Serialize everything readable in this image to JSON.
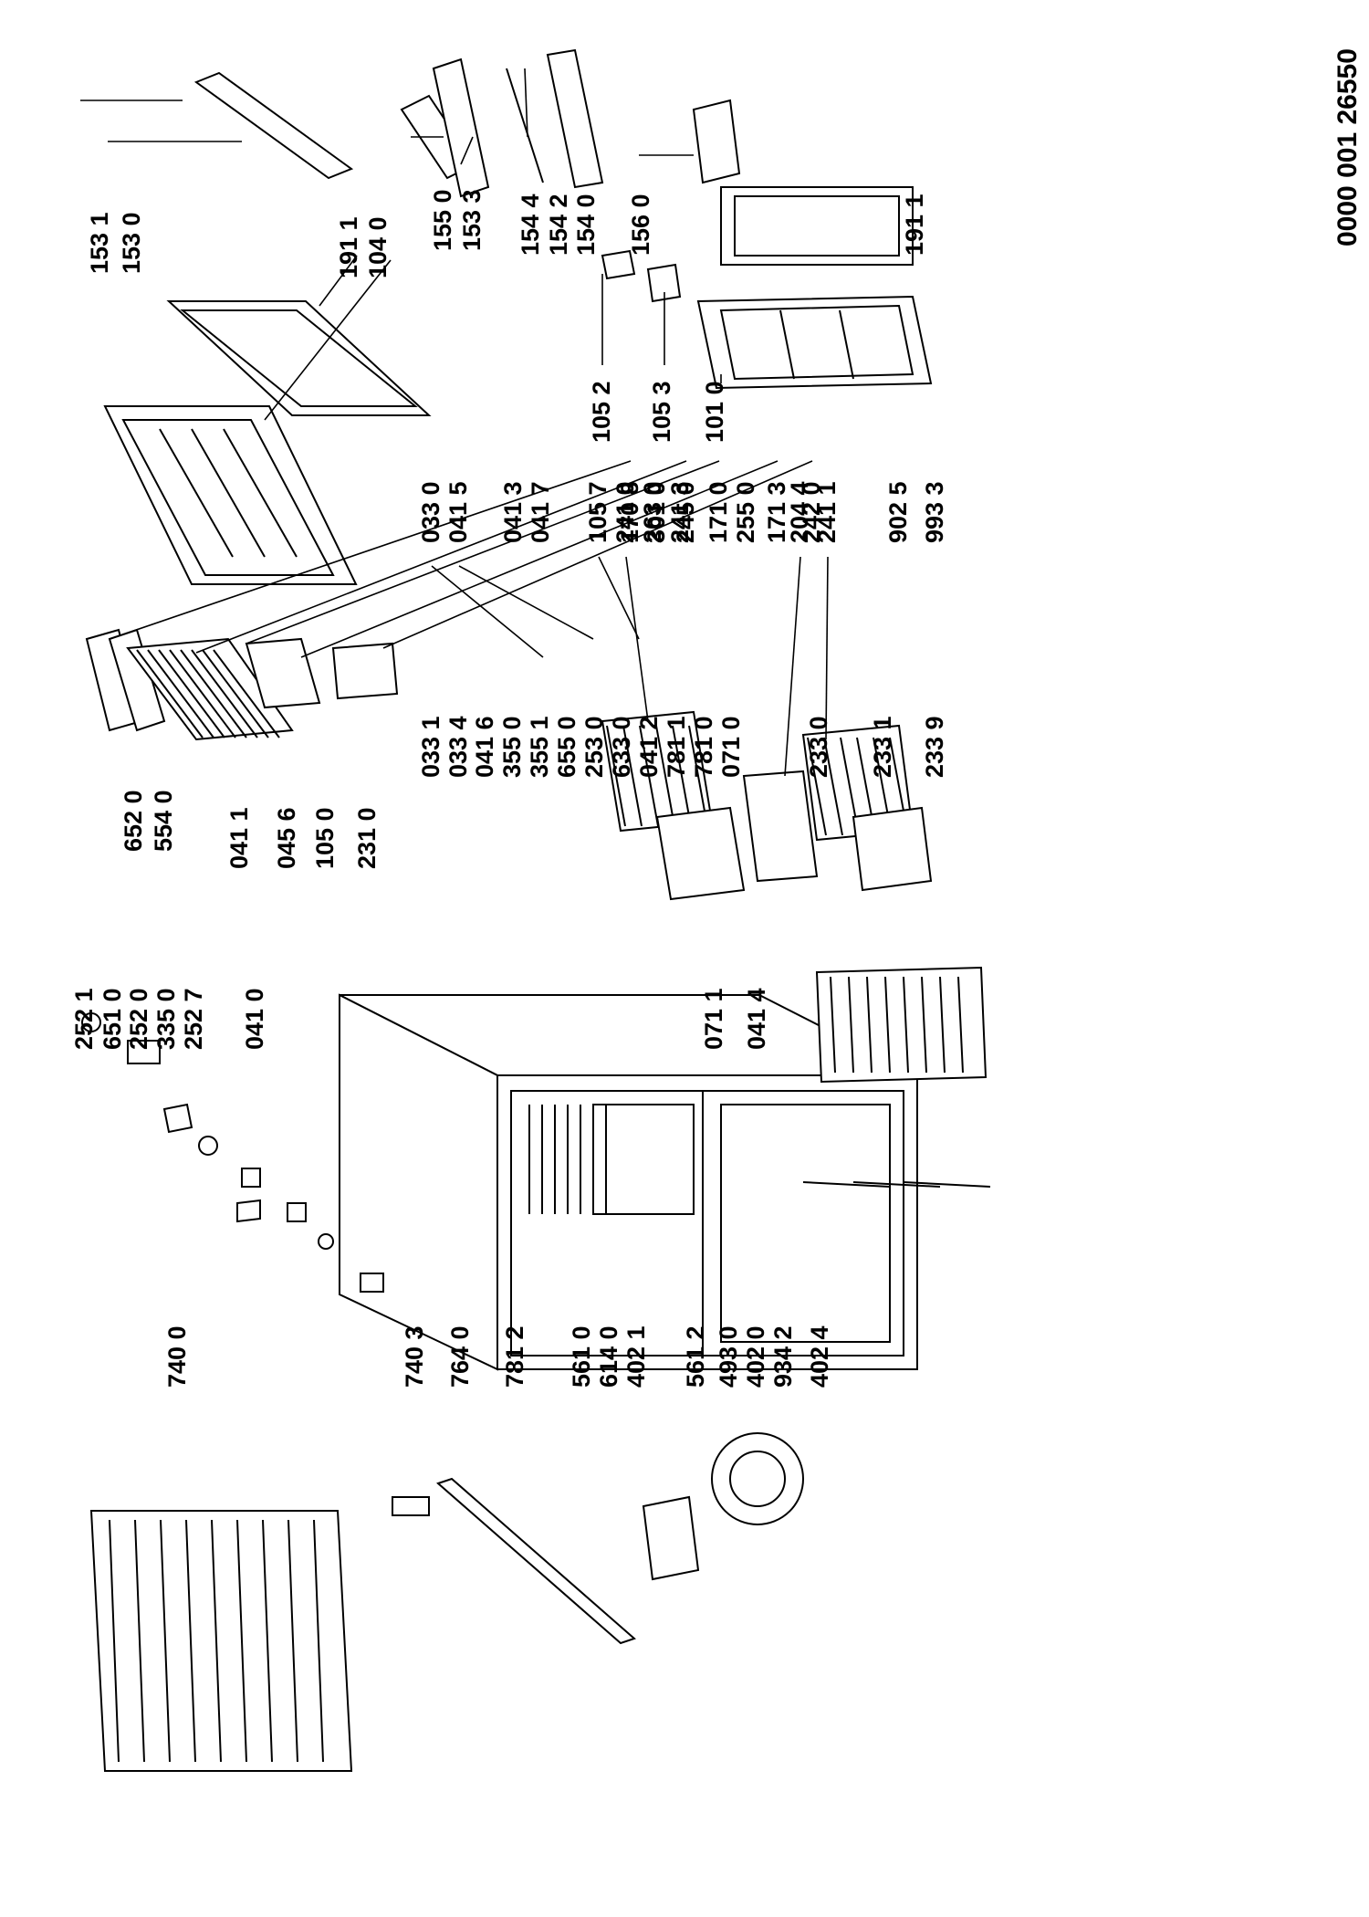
{
  "document_id": "0000 001 26550",
  "part_labels": [
    "153 1",
    "153 0",
    "191 1",
    "104 0",
    "155 0",
    "153 3",
    "154 4",
    "154 2",
    "154 0",
    "156 0",
    "105 2",
    "105 3",
    "101 0",
    "191 1",
    "170 8",
    "301 0",
    "245 0",
    "171 0",
    "255 0",
    "171 3",
    "242 0",
    "033 0",
    "041 5",
    "041 3",
    "041 7",
    "105 7",
    "241 0",
    "263 0",
    "241 3",
    "204 4",
    "241 1",
    "902 5",
    "993 3",
    "652 0",
    "554 0",
    "041 1",
    "045 6",
    "105 0",
    "231 0",
    "033 1",
    "033 4",
    "041 6",
    "355 0",
    "355 1",
    "655 0",
    "253 0",
    "633 0",
    "041 2",
    "781 1",
    "781 0",
    "071 0",
    "233 0",
    "233 1",
    "233 9",
    "252 1",
    "651 0",
    "252 0",
    "335 0",
    "252 7",
    "041 0",
    "071 1",
    "041 4",
    "740 0",
    "740 3",
    "764 0",
    "781 2",
    "561 0",
    "614 0",
    "402 1",
    "561 2",
    "493 0",
    "402 0",
    "934 2",
    "402 4"
  ]
}
